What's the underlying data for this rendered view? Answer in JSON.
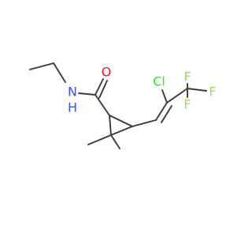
{
  "molecule": {
    "atoms": {
      "o": {
        "text": "O",
        "color": "#ff0d0d"
      },
      "n": {
        "text": "N",
        "color": "#3050f8"
      },
      "h": {
        "text": "H",
        "color": "#3050f8"
      },
      "cl": {
        "text": "Cl",
        "color": "#1ff01f"
      },
      "f1": {
        "text": "F",
        "color": "#90e050"
      },
      "f2": {
        "text": "F",
        "color": "#90e050"
      },
      "f3": {
        "text": "F",
        "color": "#90e050"
      }
    },
    "bond_color": "#3a3a3a"
  }
}
